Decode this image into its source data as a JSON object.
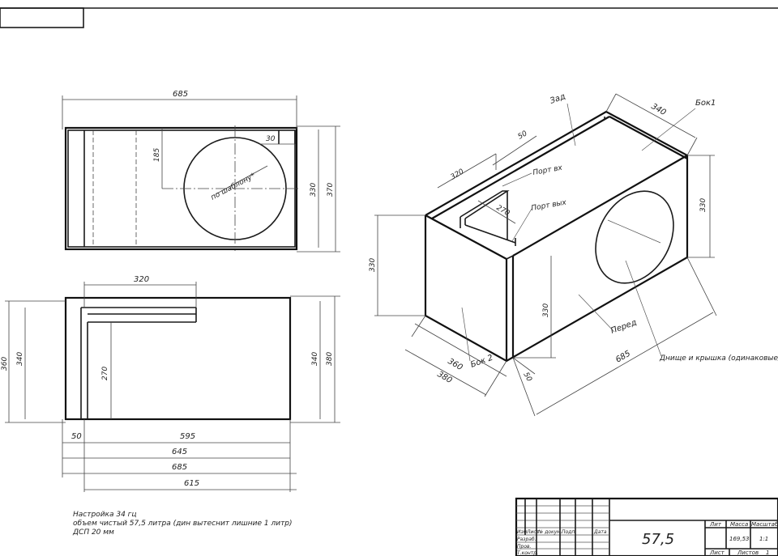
{
  "drawing": {
    "top_view": {
      "width_dim": "685",
      "height_dim": "330",
      "outer_height_dim": "370",
      "hole_offset_dim": "185",
      "hole_edge_dim": "30",
      "hole_note": "по шаблону*"
    },
    "plan_view": {
      "port_length_dim": "320",
      "port_depth_dim": "270",
      "inner_left_dim": "340",
      "outer_left_dim": "360",
      "inner_right_dim": "340",
      "outer_right_dim": "380",
      "dims_bottom": [
        "50",
        "595",
        "645",
        "685",
        "615"
      ]
    },
    "iso_view": {
      "labels": {
        "back": "Зад",
        "side1": "Бок1",
        "side2": "Бок 2",
        "port_in": "Порт вх",
        "port_out": "Порт вых",
        "front": "Перед",
        "bottom_top": "Днище и крышка (одинаковые)"
      },
      "dims": {
        "depth_top": "340",
        "port_len": "320",
        "port_gap": "50",
        "port_depth": "270",
        "height_right": "330",
        "height_left": "330",
        "height_mid": "330",
        "width_360": "360",
        "width_380": "380",
        "gap_50": "50",
        "length_685": "685"
      }
    },
    "notes": [
      "Настройка 34 гц",
      "объем чистый 57,5 литра (дин вытеснит лишние 1 литр)",
      "ДСП 20 мм"
    ],
    "title_block": {
      "volume": "57,5",
      "header_cells": [
        "Лит",
        "Масса",
        "Масштаб"
      ],
      "mass": "169,53",
      "scale": "1:1",
      "sheet_label": "Лист",
      "sheets_label": "Листов",
      "sheets_count": "1",
      "row_labels": [
        "Изм",
        "Лист",
        "№ докум.",
        "Подп.",
        "Дата"
      ],
      "roles": [
        "Разраб.",
        "Пров.",
        "Т.контр."
      ]
    }
  }
}
